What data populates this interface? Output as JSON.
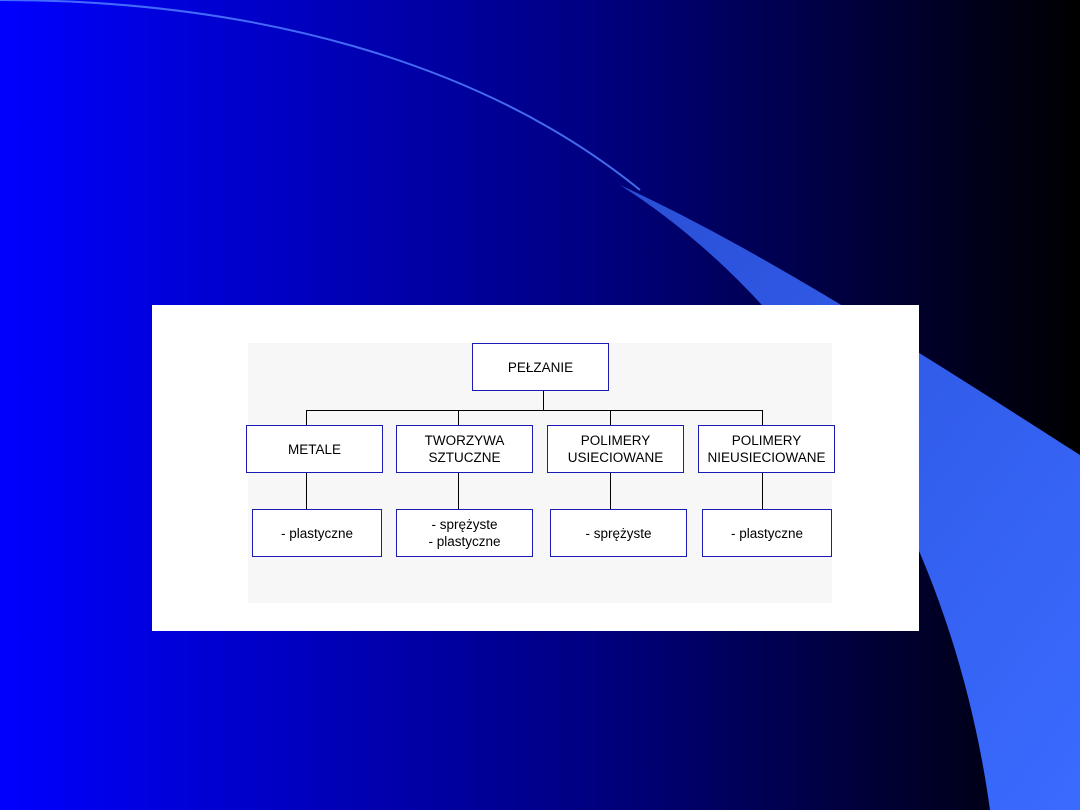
{
  "diagram": {
    "root": {
      "label": "PEŁZANIE"
    },
    "children": [
      {
        "label": "METALE",
        "detail": "- plastyczne"
      },
      {
        "label": "TWORZYWA\nSZTUCZNE",
        "detail": "- sprężyste\n- plastyczne"
      },
      {
        "label": "POLIMERY\nUSIECIOWANE",
        "detail": "- sprężyste"
      },
      {
        "label": "POLIMERY\nNIEUSIECIOWANE",
        "detail": "- plastyczne"
      }
    ],
    "colors": {
      "node_border": "#1a1ab5",
      "background_blue": "#0000ff",
      "background_dark": "#000000",
      "swoosh": "#3366ff"
    }
  }
}
